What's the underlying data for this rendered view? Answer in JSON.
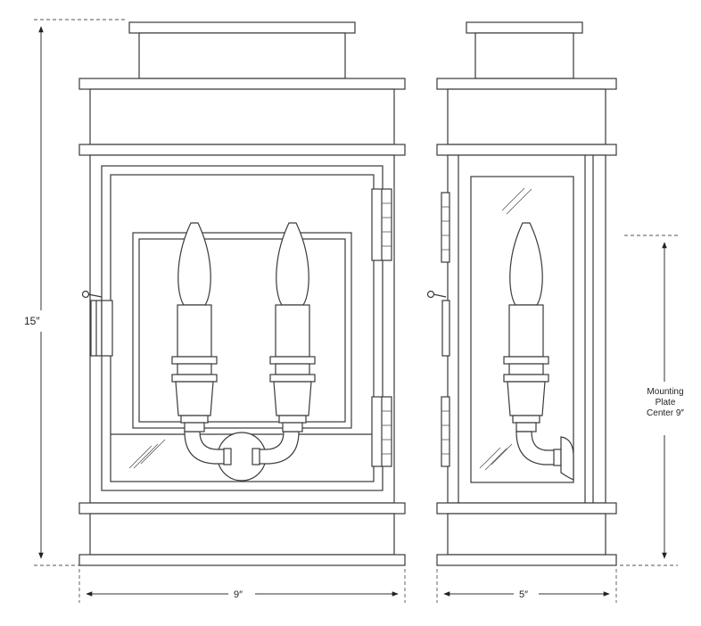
{
  "dimensions": {
    "height": "15″",
    "front_width": "9″",
    "side_width": "5″",
    "mounting_plate": [
      "Mounting",
      "Plate",
      "Center 9″"
    ]
  }
}
